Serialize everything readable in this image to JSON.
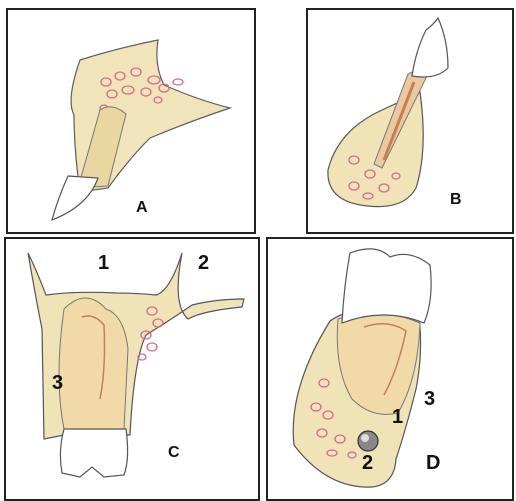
{
  "figure": {
    "panels": [
      {
        "id": "A",
        "label": "A"
      },
      {
        "id": "B",
        "label": "B"
      },
      {
        "id": "C",
        "label": "C",
        "markers": [
          "1",
          "2",
          "3"
        ]
      },
      {
        "id": "D",
        "label": "D",
        "markers": [
          "1",
          "2",
          "3"
        ]
      }
    ]
  },
  "colors": {
    "bone": "#f1e3b8",
    "tooth": "#f7f3e6",
    "marrow": "#d56a86",
    "pulp": "#c97d55",
    "outline": "#555555"
  }
}
